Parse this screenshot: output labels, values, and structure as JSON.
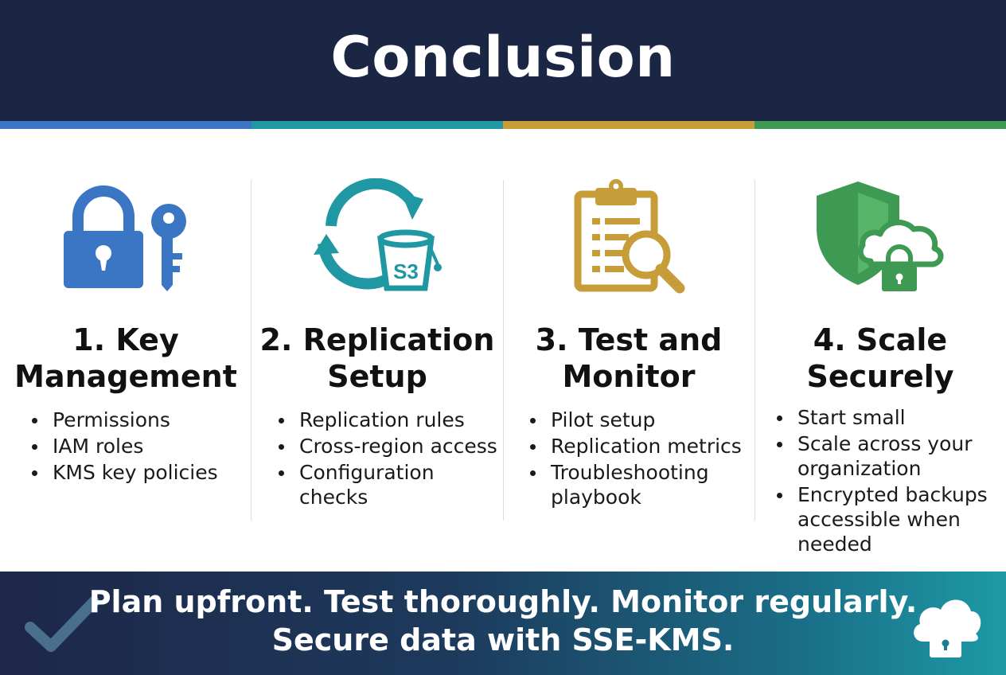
{
  "title": "Conclusion",
  "accent_colors": [
    "#3a76c4",
    "#1f98a4",
    "#c79d3a",
    "#3e9a52"
  ],
  "columns": [
    {
      "icon": "lock-key-icon",
      "title_line1": "1. Key",
      "title_line2": "Management",
      "items": [
        "Permissions",
        "IAM roles",
        "KMS key policies"
      ]
    },
    {
      "icon": "s3-replication-icon",
      "title_line1": "2. Replication",
      "title_line2": "Setup",
      "items": [
        "Replication rules",
        "Cross-region access",
        "Configuration checks"
      ]
    },
    {
      "icon": "clipboard-search-icon",
      "title_line1": "3. Test and",
      "title_line2": "Monitor",
      "items": [
        "Pilot setup",
        "Replication metrics",
        "Troubleshooting playbook"
      ]
    },
    {
      "icon": "shield-cloud-lock-icon",
      "title_line1": "4. Scale",
      "title_line2": "Securely",
      "items": [
        "Start small",
        "Scale across your organization",
        "Encrypted backups accessible when needed"
      ]
    }
  ],
  "footer": {
    "line1": "Plan upfront. Test thoroughly. Monitor regularly.",
    "line2": "Secure data with SSE-KMS.",
    "left_icon": "checkmark-icon",
    "right_icon": "cloud-lock-icon"
  },
  "s3_label": "S3"
}
